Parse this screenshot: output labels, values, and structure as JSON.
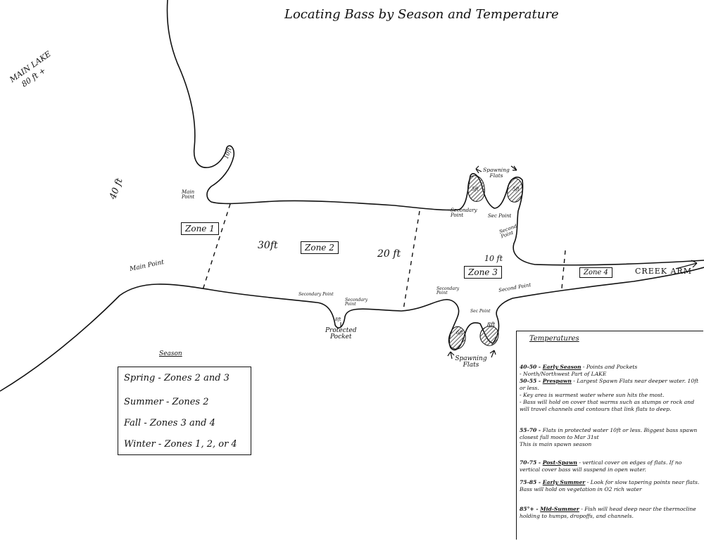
{
  "title": "Locating Bass by Season and Temperature",
  "main_lake": {
    "line1": "MAIN LAKE",
    "line2": "80 ft +"
  },
  "depths": {
    "forty": "40 ft",
    "thirty": "30ft",
    "twenty": "20 ft",
    "ten": "10 ft",
    "ten_ft_cove": "10ft",
    "eight_ft": "8ft",
    "five_ft_a": "5ft",
    "five_ft_b": "5ft",
    "six_ft": "6ft",
    "eight_ft_flat": "8ft",
    "six_ft_flat": "6ft"
  },
  "points": {
    "main_point_upper": "Main Point",
    "main_point_lower": "Main Point",
    "secondary_point_upper": "Secondary Point",
    "sec_point_upper": "Sec Point",
    "second_point_right": "Second Point",
    "secondary_point_lower_a": "Secondary Point",
    "secondary_point_lower_b": "Secondary Point",
    "secondary_point_lower_c": "Secondary Point",
    "sec_point_lower": "Sec Point",
    "second_point_lower": "Second Point"
  },
  "zones": [
    "Zone 1",
    "Zone 2",
    "Zone 3",
    "Zone 4"
  ],
  "creek_arm": "CREEK ARM",
  "protected_pocket": {
    "line1": "Protected",
    "line2": "Pocket"
  },
  "spawning_flats_upper": "Spawning Flats",
  "spawning_flats_lower": "Spawning Flats",
  "season": {
    "heading": "Season",
    "rows": [
      "Spring - Zones 2 and 3",
      "Summer - Zones 2",
      "Fall - Zones 3 and 4",
      "Winter - Zones 1, 2, or 4"
    ]
  },
  "temperatures": {
    "heading": "Temperatures",
    "entries": [
      {
        "range": "40-50 -",
        "stage": "Early Season",
        "lines": [
          " - Points and Pockets",
          "- North/Northwest Part of LAKE"
        ]
      },
      {
        "range": "50-55 -",
        "stage": "Prespawn",
        "lines": [
          " - Largest Spawn Flats near deeper water. 10ft or less.",
          "- Key area is warmest water where sun hits the most.",
          "- Bass will hold on cover that warms such as stumps or rock and will travel channels and contours that link flats to deep."
        ]
      },
      {
        "range": "55-70 -",
        "stage": "",
        "lines": [
          "Flats in protected water 10ft or less. Biggest bass spawn closest full moon to Mar 31st",
          "This is main spawn season"
        ]
      },
      {
        "range": "70-75 -",
        "stage": "Post-Spawn",
        "lines": [
          " - vertical cover on edges of flats. If no vertical cover bass will suspend in open water."
        ]
      },
      {
        "range": "75-85 -",
        "stage": "Early Summer",
        "lines": [
          " - Look for slow tapering points near flats. Bass will hold on vegetation in O2 rich water"
        ]
      },
      {
        "range": "85°+ -",
        "stage": "Mid-Summer",
        "lines": [
          " - Fish will head deep near the thermocline holding to humps, dropoffs, and channels."
        ]
      }
    ]
  },
  "colors": {
    "ink": "#111111",
    "paper": "#ffffff",
    "hatch": "#555555"
  }
}
